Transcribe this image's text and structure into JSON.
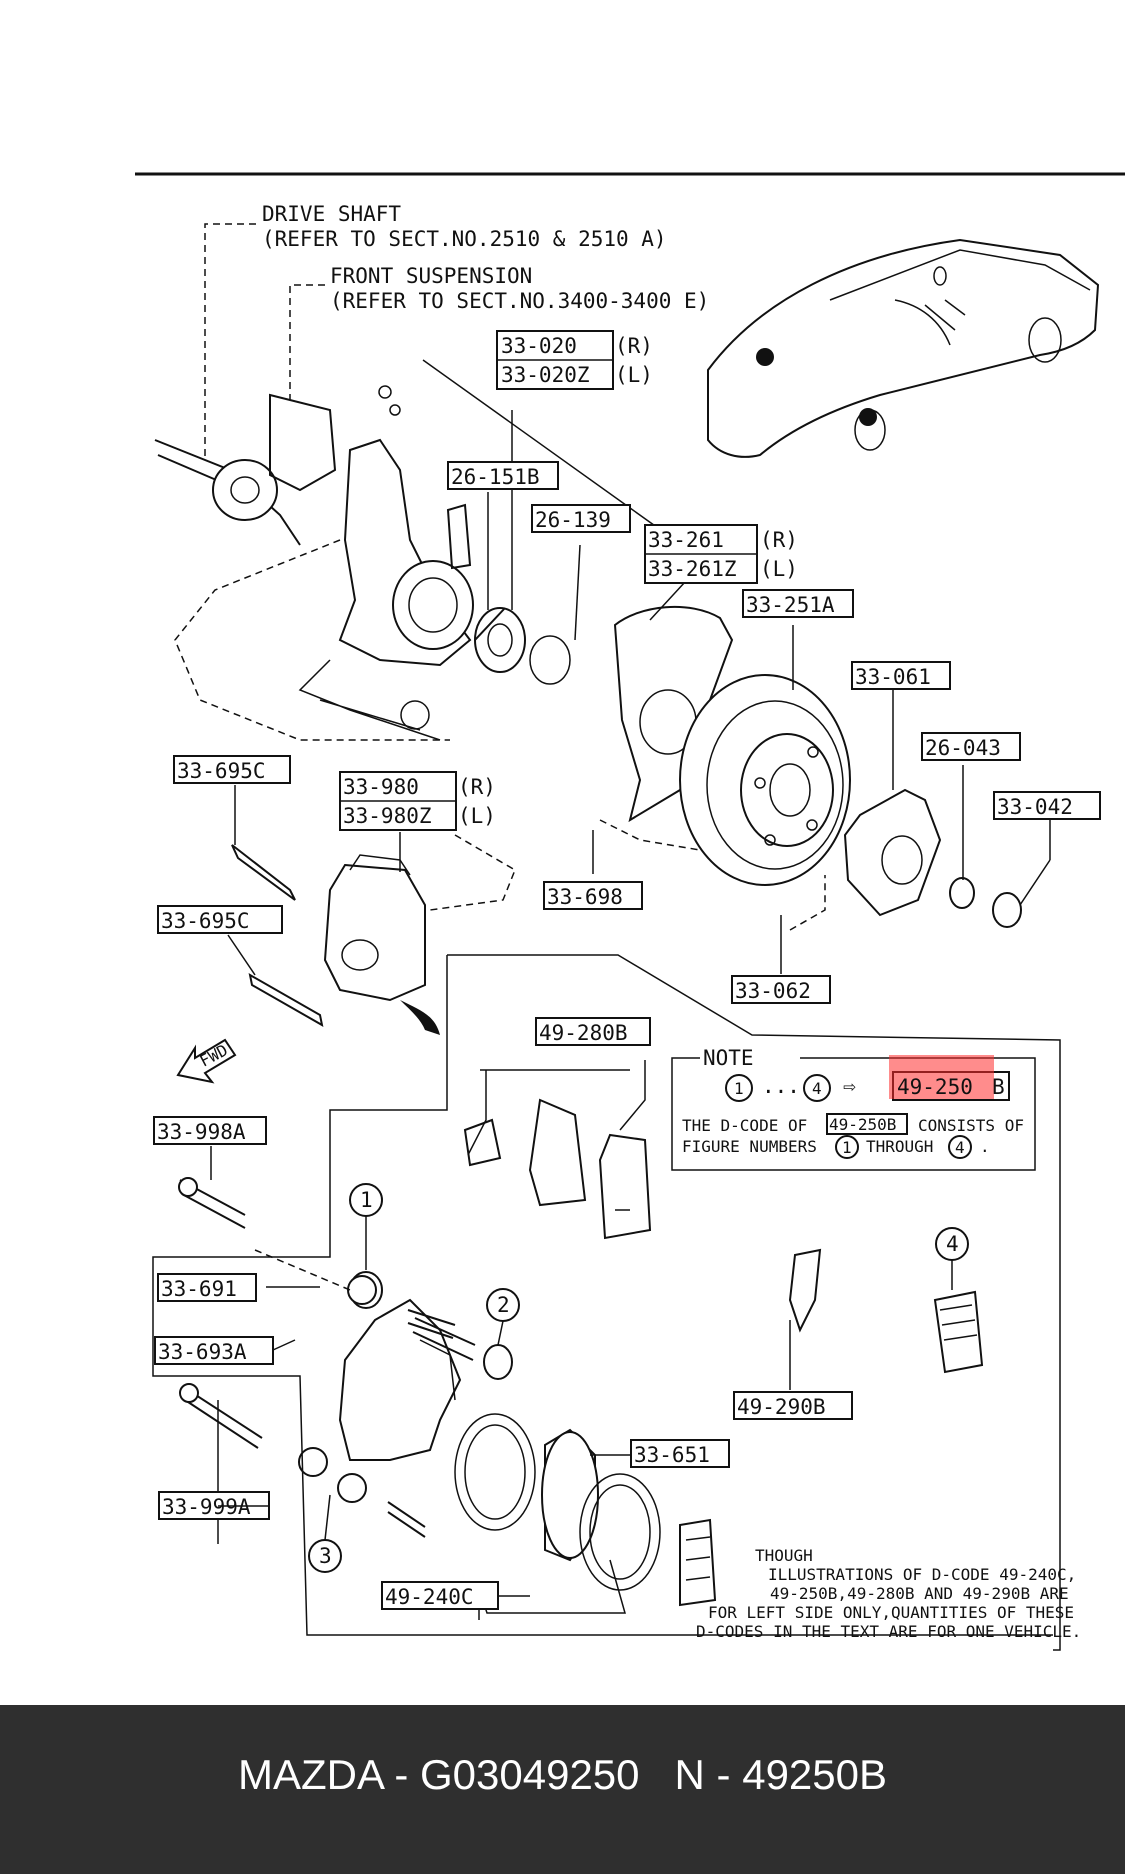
{
  "refs": {
    "drive_shaft": "DRIVE SHAFT",
    "drive_shaft_ref": "(REFER TO SECT.NO.2510 & 2510 A)",
    "front_suspension": "FRONT SUSPENSION",
    "front_suspension_ref": "(REFER TO SECT.NO.3400-3400 E)"
  },
  "parts": {
    "p33_020": "33-020",
    "p33_020z": "33-020Z",
    "p26_151b": "26-151B",
    "p26_139": "26-139",
    "p33_261": "33-261",
    "p33_261z": "33-261Z",
    "p33_251a": "33-251A",
    "p33_061": "33-061",
    "p26_043": "26-043",
    "p33_042": "33-042",
    "p33_695c_top": "33-695C",
    "p33_980": "33-980",
    "p33_980z": "33-980Z",
    "p33_698": "33-698",
    "p33_695c": "33-695C",
    "p33_062": "33-062",
    "p49_280b": "49-280B",
    "p33_998a": "33-998A",
    "p33_691": "33-691",
    "p33_693a": "33-693A",
    "p49_290b": "49-290B",
    "p33_651": "33-651",
    "p33_999a": "33-999A",
    "p49_240c": "49-240C"
  },
  "side": {
    "right": "(R)",
    "left": "(L)"
  },
  "fwd": "FWD",
  "callouts": {
    "c1": "1",
    "c2": "2",
    "c3": "3",
    "c4": "4"
  },
  "note": {
    "title": "NOTE",
    "seq_1": "1",
    "seq_dots": "...",
    "seq_4": "4",
    "arrow": "⇨",
    "target_code": "49-250",
    "target_suffix": "B",
    "line1_a": "THE D-CODE OF",
    "line1_code": "49-250B",
    "line1_b": "CONSISTS OF",
    "line2_a": "FIGURE NUMBERS",
    "line2_n1": "1",
    "line2_b": "THROUGH",
    "line2_n4": "4",
    "line2_end": "."
  },
  "footnote": {
    "l1": "THOUGH",
    "l2": "ILLUSTRATIONS OF D-CODE 49-240C,",
    "l3": "49-250B,49-280B AND 49-290B ARE",
    "l4": "FOR LEFT SIDE ONLY,QUANTITIES OF THESE",
    "l5": "D-CODES IN THE TEXT ARE FOR ONE VEHICLE."
  },
  "footer": {
    "brand": "MAZDA",
    "sep": " - ",
    "part_number": "G03049250",
    "gap": "   ",
    "n_prefix": "N",
    "code": "49250B"
  },
  "colors": {
    "highlight": "#ff2d2d",
    "footer_bg": "#2f2f2f",
    "footer_text": "#ffffff"
  }
}
